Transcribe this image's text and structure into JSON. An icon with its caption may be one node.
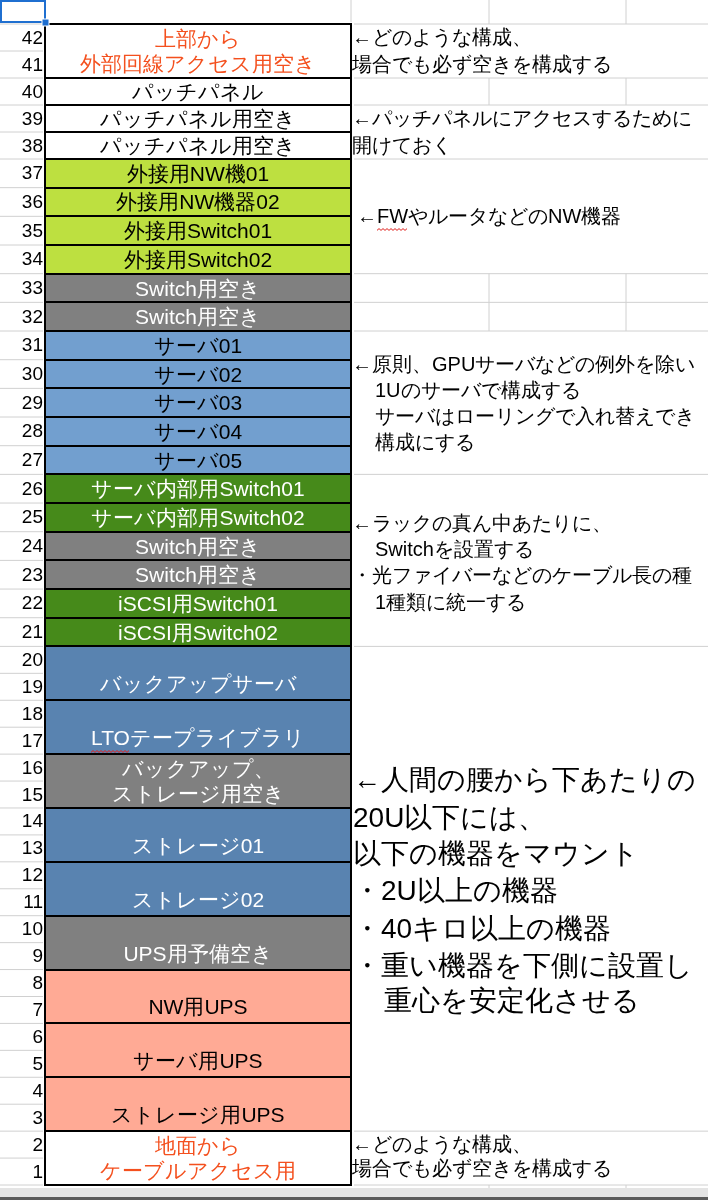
{
  "diagram": {
    "nodes": [
      {
        "text": [
          "上部から",
          "外部回線アクセス用空き"
        ]
      },
      {
        "text": [
          "パッチパネル"
        ]
      },
      {
        "text": [
          "パッチパネル用空き"
        ]
      },
      {
        "text": [
          "パッチパネル用空き"
        ]
      },
      {
        "text": [
          "外接用NW機01"
        ]
      },
      {
        "text": [
          "外接用NW機器02"
        ]
      },
      {
        "text": [
          "外接用Switch01"
        ]
      },
      {
        "text": [
          "外接用Switch02"
        ]
      },
      {
        "text": [
          "Switch用空き"
        ]
      },
      {
        "text": [
          "Switch用空き"
        ]
      },
      {
        "text": [
          "サーバ01"
        ]
      },
      {
        "text": [
          "サーバ02"
        ]
      },
      {
        "text": [
          "サーバ03"
        ]
      },
      {
        "text": [
          "サーバ04"
        ]
      },
      {
        "text": [
          "サーバ05"
        ]
      },
      {
        "text": [
          "サーバ内部用Switch01"
        ]
      },
      {
        "text": [
          "サーバ内部用Switch02"
        ]
      },
      {
        "text": [
          "Switch用空き"
        ]
      },
      {
        "text": [
          "Switch用空き"
        ]
      },
      {
        "text": [
          "iSCSI用Switch01"
        ]
      },
      {
        "text": [
          "iSCSI用Switch02"
        ]
      },
      {
        "text": [
          "バックアップサーバ"
        ]
      },
      {
        "text": [
          "LTOテープライブラリ"
        ]
      },
      {
        "text": [
          "バックアップ、",
          "ストレージ用空き"
        ]
      },
      {
        "text": [
          "ストレージ01"
        ]
      },
      {
        "text": [
          "ストレージ02"
        ]
      },
      {
        "text": [
          "UPS用予備空き"
        ]
      },
      {
        "text": [
          "NW用UPS"
        ]
      },
      {
        "text": [
          "サーバ用UPS"
        ]
      },
      {
        "text": [
          "ストレージ用UPS"
        ]
      },
      {
        "text": [
          "地面から",
          "ケーブルアクセス用"
        ]
      }
    ],
    "labels": [
      "42",
      "←どのような構成、",
      "41",
      "場合でも必ず空きを構成する",
      "40",
      "39",
      "←パッチパネルにアクセスするために",
      "38",
      "開けておく",
      "37",
      "36",
      "←FWやルータなどのNW機器",
      "35",
      "34",
      "33",
      "32",
      "31",
      "30",
      "←原則、GPUサーバなどの例外を除い",
      "29",
      "1Uのサーバで構成する",
      "28",
      "サーバはローリングで入れ替えでき",
      "27",
      "構成にする",
      "26",
      "25",
      "←ラックの真ん中あたりに、",
      "24",
      "Switchを設置する",
      "23",
      "・光ファイバーなどのケーブル長の種",
      "22",
      "1種類に統一する",
      "21",
      "20",
      "19",
      "18",
      "17",
      "16",
      "←人間の腰から下あたりの",
      "15",
      "14",
      "20U以下には、",
      "13",
      "以下の機器をマウント",
      "12",
      "・2U以上の機器",
      "11",
      "10",
      "・40キロ以上の機器",
      "9",
      "・重い機器を下側に設置し",
      "8",
      "重心を安定化させる",
      "7",
      "6",
      "5",
      "4",
      "3",
      "2",
      "←どのような構成、",
      "1",
      "場合でも必ず空きを構成する"
    ]
  }
}
